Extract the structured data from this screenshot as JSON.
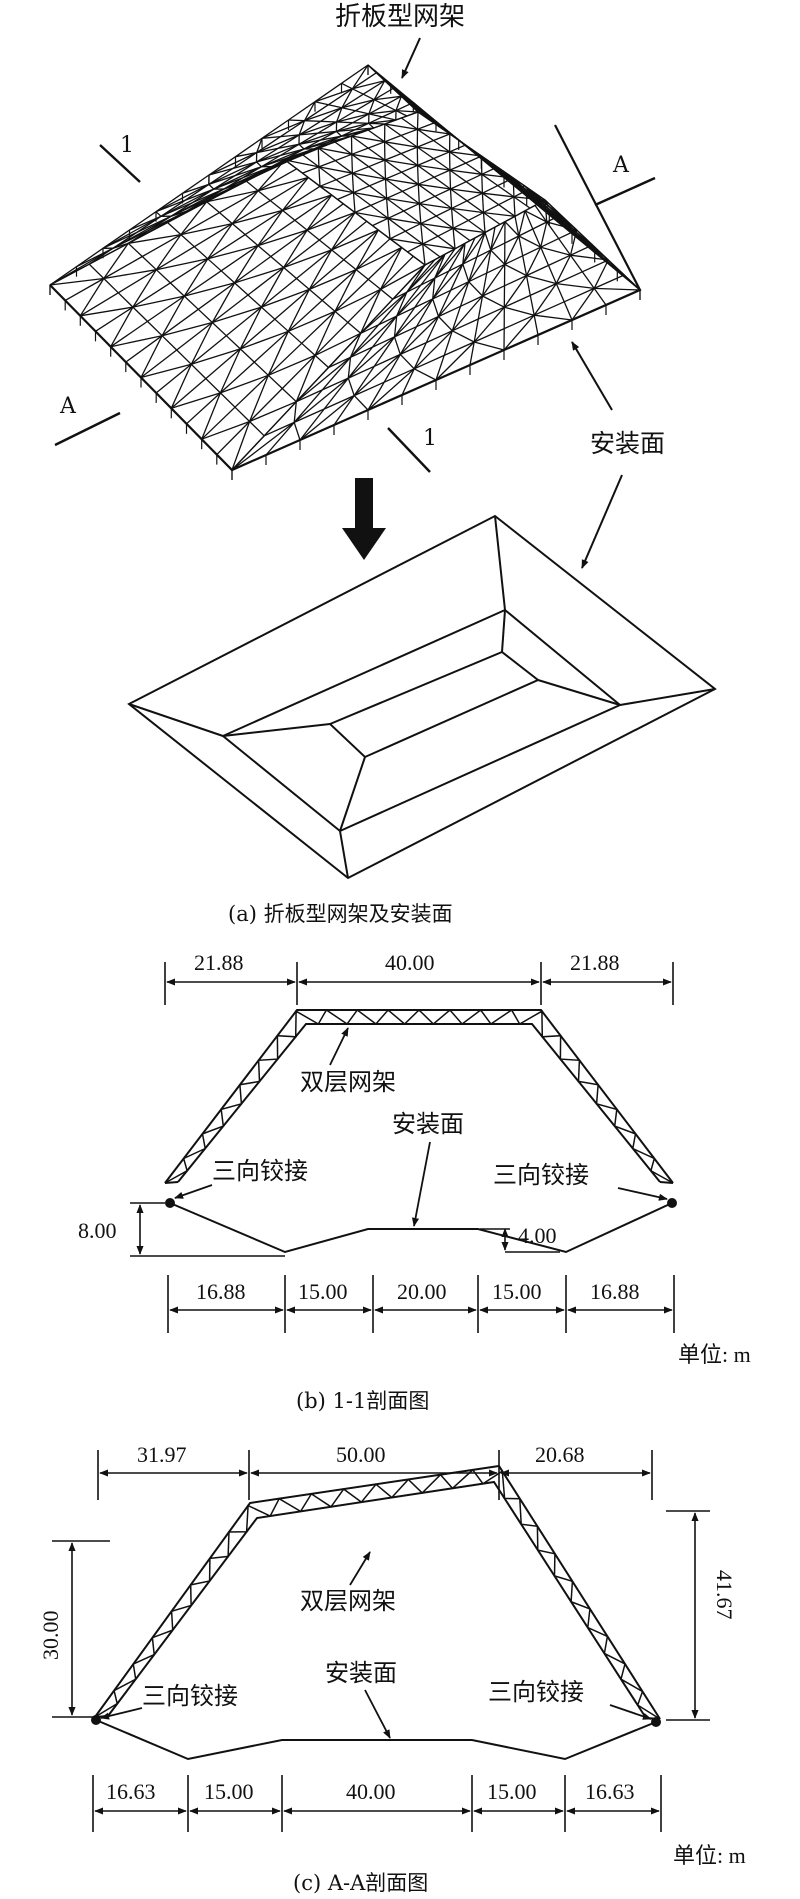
{
  "panel_a": {
    "caption": "(a) 折板型网架及安装面",
    "label_truss": "折板型网架",
    "label_install": "安装面",
    "section_1_left": "1",
    "section_1_right": "1",
    "section_a_left": "A",
    "section_a_right": "A"
  },
  "panel_b": {
    "caption": "(b) 1-1剖面图",
    "label_truss": "双层网架",
    "label_install": "安装面",
    "label_hinge_left": "三向铰接",
    "label_hinge_right": "三向铰接",
    "top_dims": [
      "21.88",
      "40.00",
      "21.88"
    ],
    "bottom_dims": [
      "16.88",
      "15.00",
      "20.00",
      "15.00",
      "16.88"
    ],
    "height_left": "8.00",
    "height_inner": "4.00",
    "unit": "单位: m"
  },
  "panel_c": {
    "caption": "(c) A-A剖面图",
    "label_truss": "双层网架",
    "label_install": "安装面",
    "label_hinge_left": "三向铰接",
    "label_hinge_right": "三向铰接",
    "top_dims": [
      "31.97",
      "50.00",
      "20.68"
    ],
    "bottom_dims": [
      "16.63",
      "15.00",
      "40.00",
      "15.00",
      "16.63"
    ],
    "height_left": "30.00",
    "height_right": "41.67",
    "unit": "单位: m"
  }
}
